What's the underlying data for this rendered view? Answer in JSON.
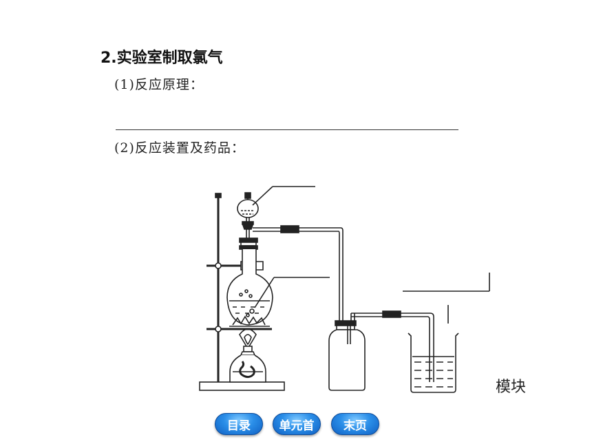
{
  "heading": "2.实验室制取氯气",
  "items": {
    "principle_label": "(1)反应原理：",
    "apparatus_label": "(2)反应装置及药品："
  },
  "module_label": "模块",
  "nav": {
    "catalog": "目录",
    "unit_first": "单元首",
    "last_page": "末页"
  },
  "colors": {
    "nav_button": "#2a8ee8"
  }
}
